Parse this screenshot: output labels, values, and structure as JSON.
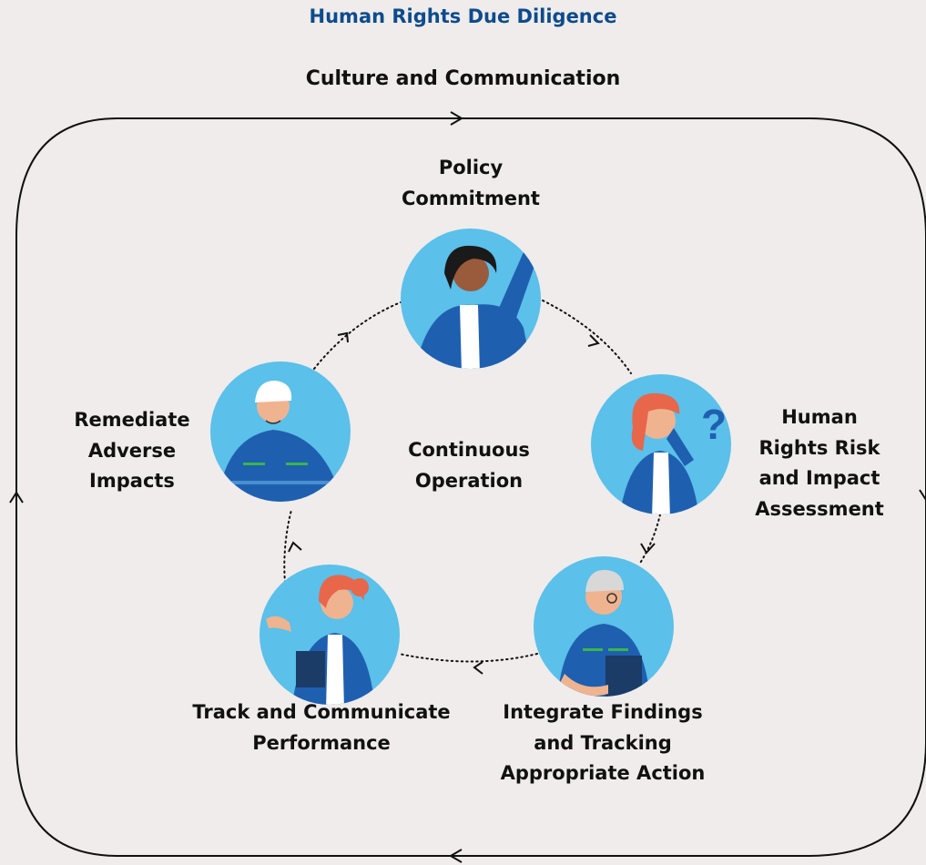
{
  "title": "Human Rights Due Diligence",
  "outer_cycle_label": "Culture and Communication",
  "center_label": [
    "Continuous",
    "Operation"
  ],
  "steps": [
    {
      "label": [
        "Policy",
        "Commitment"
      ],
      "illustration": "woman-raising-arm"
    },
    {
      "label": [
        "Human",
        "Rights Risk",
        "and Impact",
        "Assessment"
      ],
      "illustration": "woman-thinking-question-mark"
    },
    {
      "label": [
        "Integrate Findings",
        "and Tracking",
        "Appropriate Action"
      ],
      "illustration": "worker-helmet-clipboard"
    },
    {
      "label": [
        "Track and Communicate",
        "Performance"
      ],
      "illustration": "woman-presenting-clipboard"
    },
    {
      "label": [
        "Remediate",
        "Adverse",
        "Impacts"
      ],
      "illustration": "worker-hardhat"
    }
  ],
  "colors": {
    "title": "#0d4b8c",
    "circle": "#5bc0ea",
    "uniform": "#1f5fb0",
    "background": "#efeceb"
  }
}
